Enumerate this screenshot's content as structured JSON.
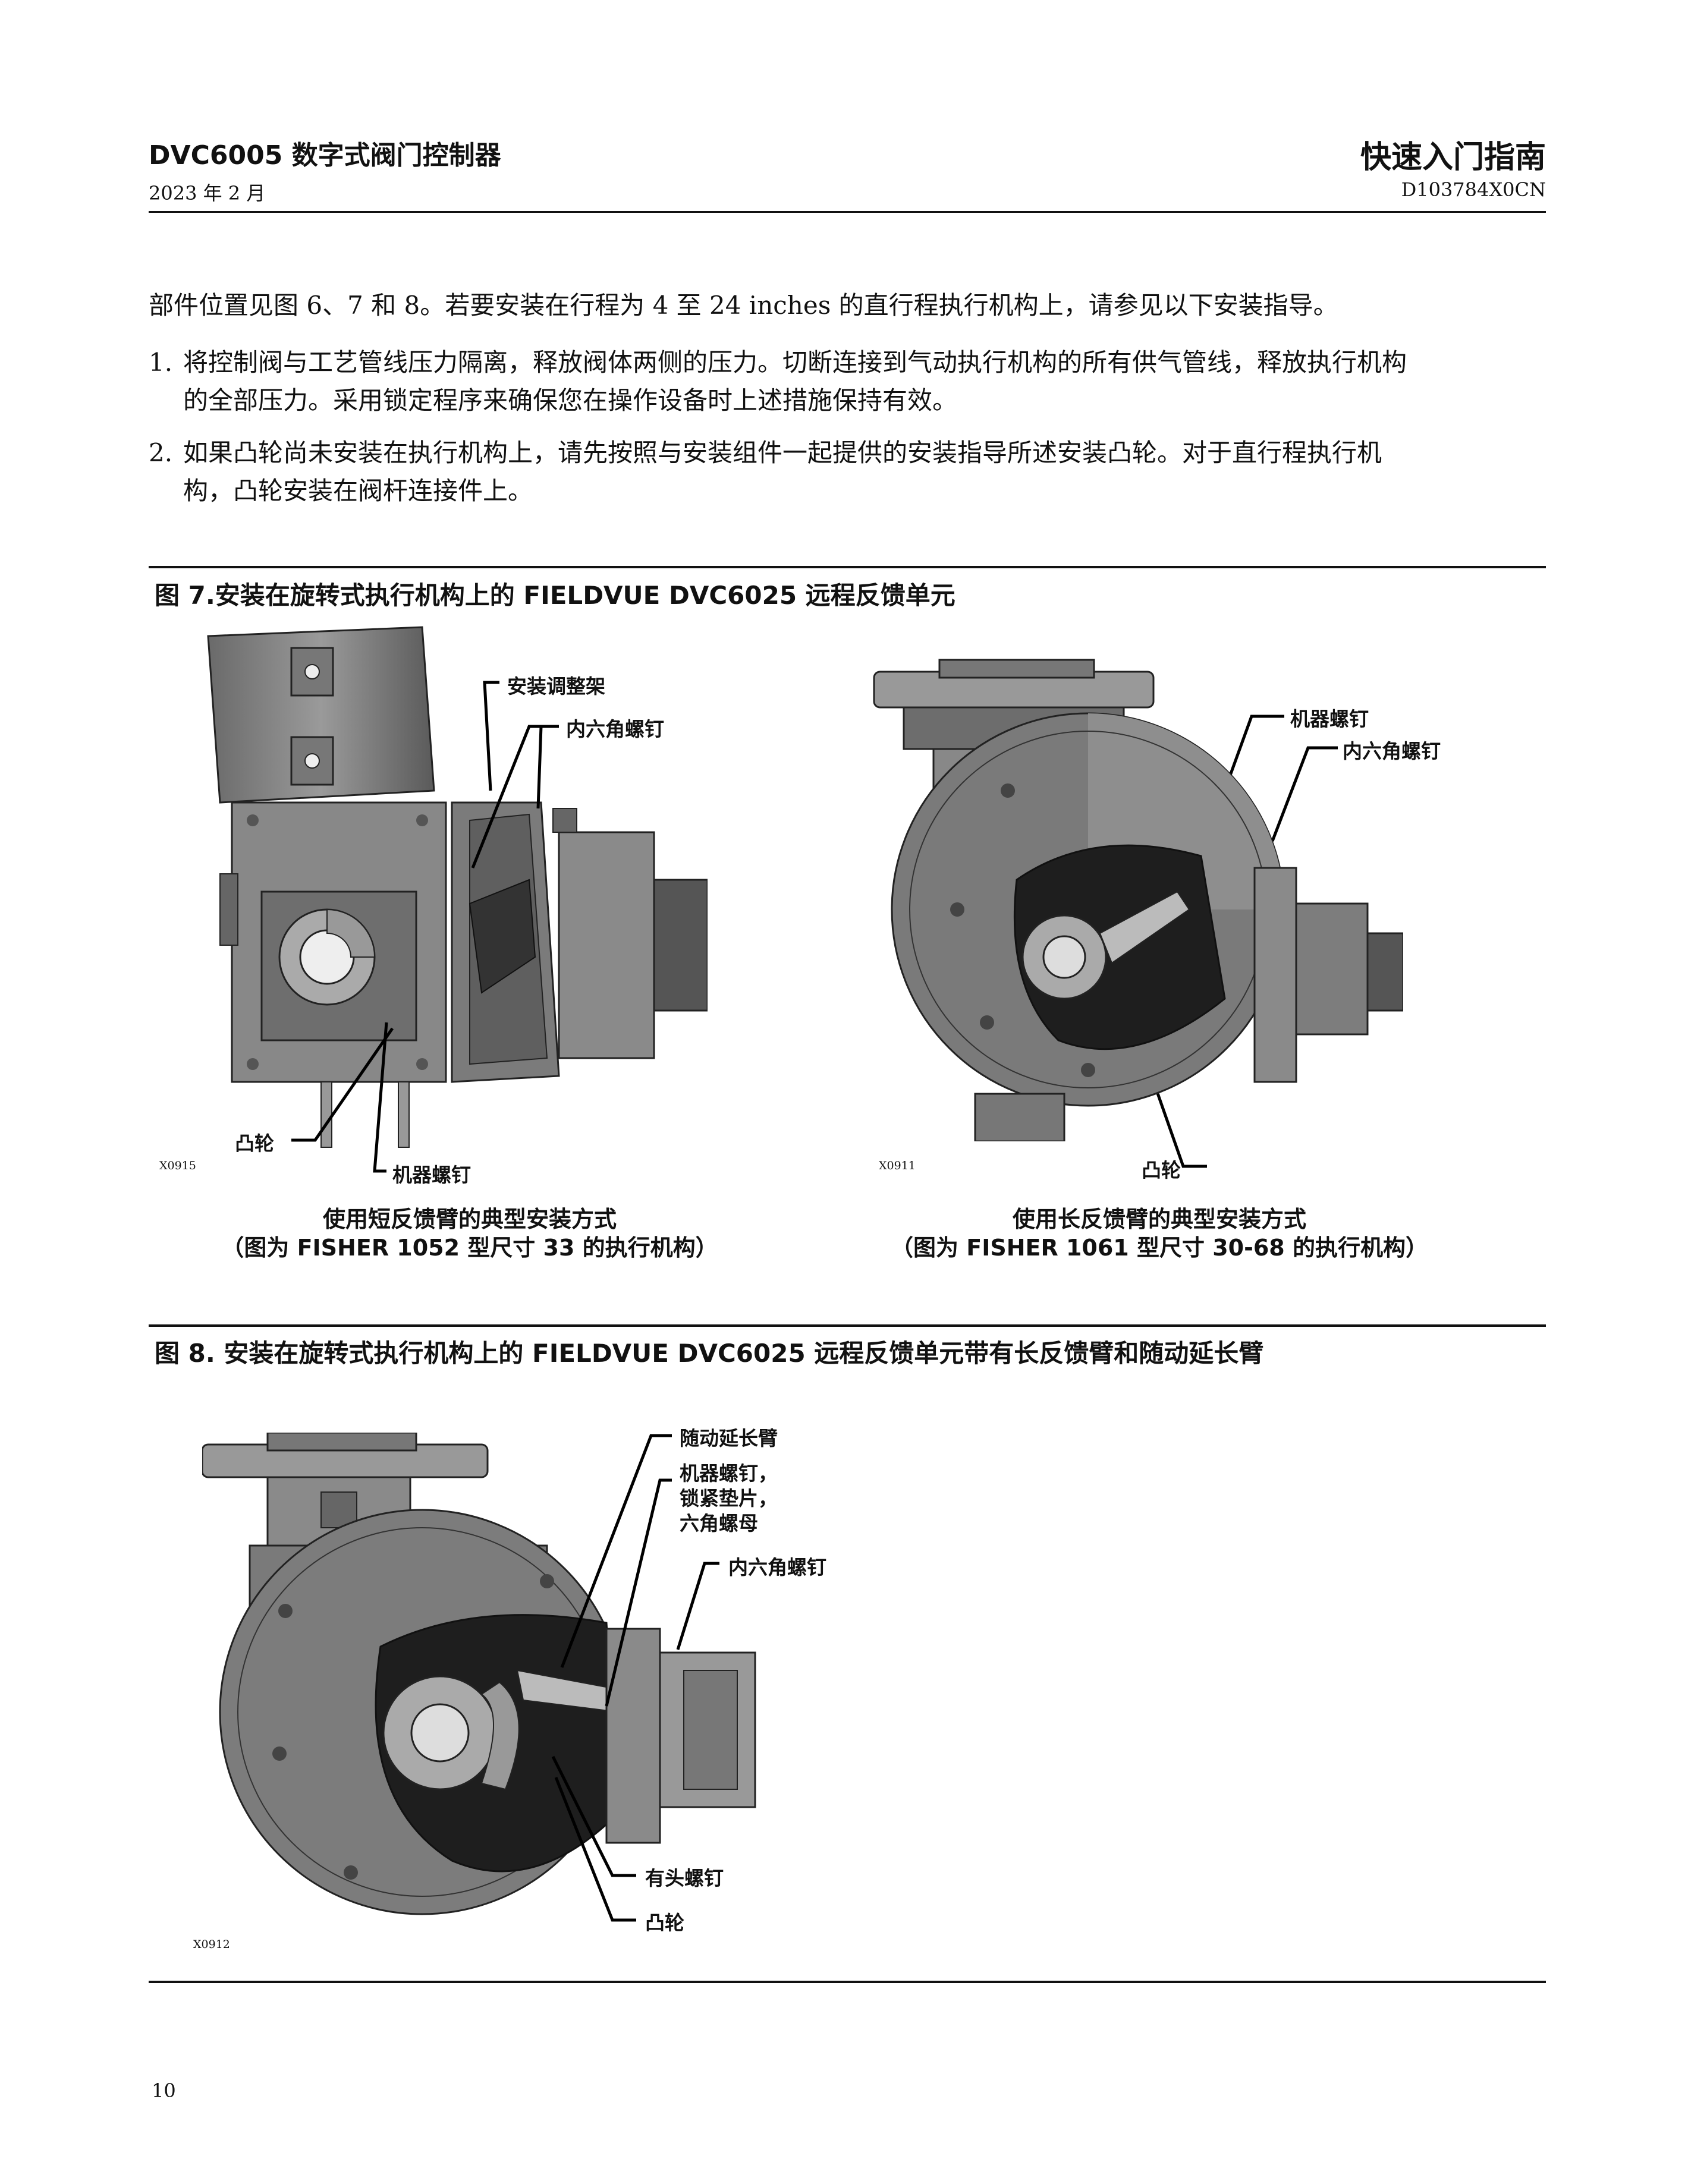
{
  "header": {
    "title": "DVC6005 数字式阀门控制器",
    "date": "2023 年 2 月",
    "guide": "快速入门指南",
    "doc_number": "D103784X0CN"
  },
  "intro": "部件位置见图 6、7 和 8。若要安装在行程为 4 至 24 inches 的直行程执行机构上，请参见以下安装指导。",
  "steps": [
    {
      "num": "1.",
      "line1": "将控制阀与工艺管线压力隔离，释放阀体两侧的压力。切断连接到气动执行机构的所有供气管线，释放执行机构",
      "line2": "的全部压力。采用锁定程序来确保您在操作设备时上述措施保持有效。"
    },
    {
      "num": "2.",
      "line1": "如果凸轮尚未安装在执行机构上，请先按照与安装组件一起提供的安装指导所述安装凸轮。对于直行程执行机",
      "line2": "构，凸轮安装在阀杆连接件上。"
    }
  ],
  "figure7": {
    "caption": "图 7.安装在旋转式执行机构上的 FIELDVUE DVC6025 远程反馈单元",
    "left": {
      "labels": {
        "bracket": "安装调整架",
        "hex_screws": "内六角螺钉",
        "cam": "凸轮",
        "machine_screw": "机器螺钉"
      },
      "code": "X0915",
      "caption1": "使用短反馈臂的典型安装方式",
      "caption2": "（图为 FISHER 1052 型尺寸 33 的执行机构）"
    },
    "right": {
      "labels": {
        "machine_screw": "机器螺钉",
        "hex_screws": "内六角螺钉",
        "cam": "凸轮"
      },
      "code": "X0911",
      "caption1": "使用长反馈臂的典型安装方式",
      "caption2": "（图为 FISHER 1061 型尺寸 30-68 的执行机构）"
    }
  },
  "figure8": {
    "caption": "图 8. 安装在旋转式执行机构上的 FIELDVUE DVC6025 远程反馈单元带有长反馈臂和随动延长臂",
    "labels": {
      "follower_arm": "随动延长臂",
      "machine_screw_1": "机器螺钉，",
      "machine_screw_2": "锁紧垫片，",
      "machine_screw_3": "六角螺母",
      "hex_screws": "内六角螺钉",
      "cap_screw": "有头螺钉",
      "cam": "凸轮"
    },
    "code": "X0912"
  },
  "page_number": "10"
}
